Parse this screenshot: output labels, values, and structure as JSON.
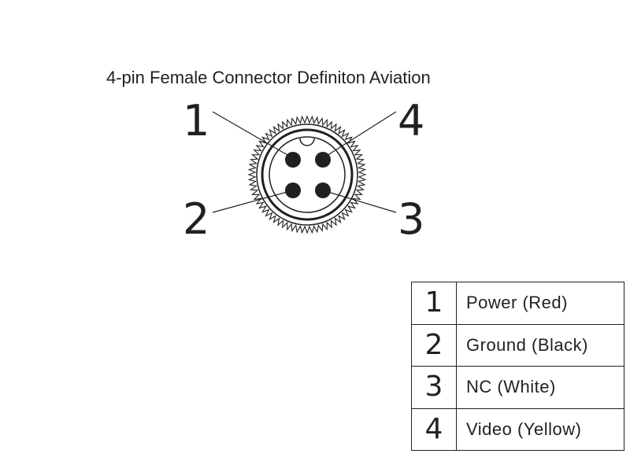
{
  "title": "4-pin Female Connector Definiton Aviation",
  "pins": [
    {
      "number": "1",
      "description": "Power (Red)"
    },
    {
      "number": "2",
      "description": "Ground (Black)"
    },
    {
      "number": "3",
      "description": "NC (White)"
    },
    {
      "number": "4",
      "description": "Video (Yellow)"
    }
  ],
  "colors": {
    "ink": "#231f20",
    "background": "#ffffff"
  }
}
